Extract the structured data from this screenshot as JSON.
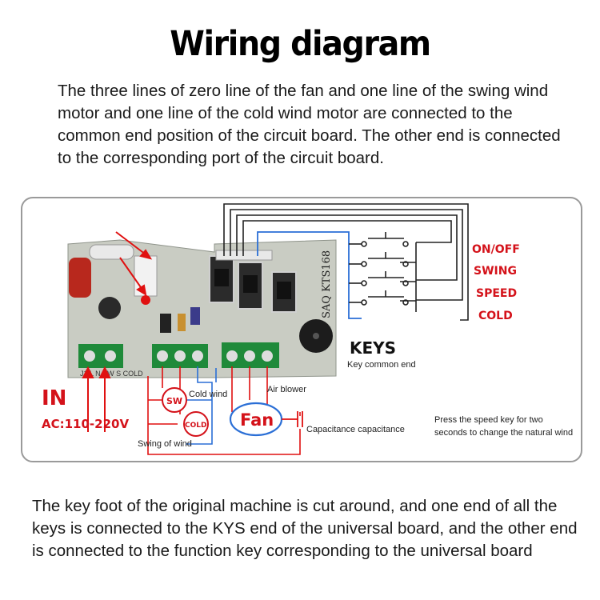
{
  "title": "Wiring diagram",
  "intro_text": "The three lines of zero line of the fan and one line of the swing wind motor and one line of the cold wind motor are connected to the common end position of the circuit board. The other end is connected to the corresponding port of the circuit board.",
  "key_labels": [
    "ON/OFF",
    "SWING",
    "SPEED",
    "COLD"
  ],
  "keys_label": "KEYS",
  "key_common_label": "Key common end",
  "board_model": "SAQ KTS168",
  "board_silk": "J1 L N SW S COLD",
  "input_label": "IN",
  "voltage_label": "AC:110-220V",
  "components": {
    "sw": "SW",
    "cold": "COLD",
    "fan": "Fan"
  },
  "annotations": {
    "cold_wind": "Cold wind",
    "air_blower": "Air blower",
    "capacitance": "Capacitance capacitance",
    "swing_of_wind": "Swing of wind",
    "speed_note": "Press the speed key for two seconds to change the natural wind"
  },
  "colors": {
    "red_wire": "#e01010",
    "blue_wire": "#2b6fd6",
    "board": "#c9ccc3",
    "terminal": "#1f8a3a",
    "label_red": "#d4121a"
  },
  "footer_text": "The key foot of the original machine is cut around, and one end of all the keys is connected to the KYS end of the universal board, and the other end is connected to the function key corresponding to the universal board"
}
